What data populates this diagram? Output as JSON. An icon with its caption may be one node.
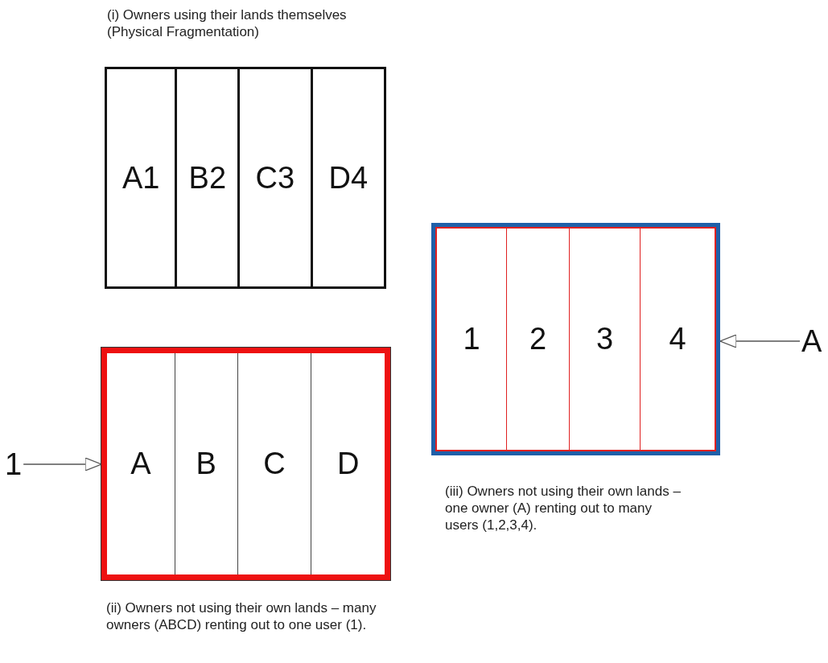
{
  "diagram": {
    "nodes": [
      {
        "text": [
          "(i) Owners using their lands themselves (Physical Fragmentation)"
        ]
      },
      {
        "text": [
          "A1"
        ],
        "in": 0
      },
      {
        "text": [
          "B2"
        ],
        "in": 0
      },
      {
        "text": [
          "C3"
        ],
        "in": 0
      },
      {
        "text": [
          "D4"
        ],
        "in": 0
      },
      {
        "text": [
          "(ii) Owners not using their own lands – many owners (ABCD) renting out to one user (1)."
        ]
      },
      {
        "text": [
          "A"
        ],
        "in": 5
      },
      {
        "text": [
          "B"
        ],
        "in": 5
      },
      {
        "text": [
          "C"
        ],
        "in": 5
      },
      {
        "text": [
          "D"
        ],
        "in": 5
      },
      {
        "text": [
          "(iii) Owners not using their own lands – one owner (A) renting out to many users (1,2,3,4)."
        ]
      },
      {
        "text": [
          "1"
        ],
        "in": 10
      },
      {
        "text": [
          "2"
        ],
        "in": 10
      },
      {
        "text": [
          "3"
        ],
        "in": 10
      },
      {
        "text": [
          "4"
        ],
        "in": 10
      },
      {
        "text": [
          "1"
        ]
      },
      {
        "text": [
          "A"
        ]
      }
    ],
    "edges": [
      {
        "from": 15,
        "to": 5,
        "arrow": "to"
      },
      {
        "from": 16,
        "to": 10,
        "arrow": "to"
      }
    ]
  }
}
